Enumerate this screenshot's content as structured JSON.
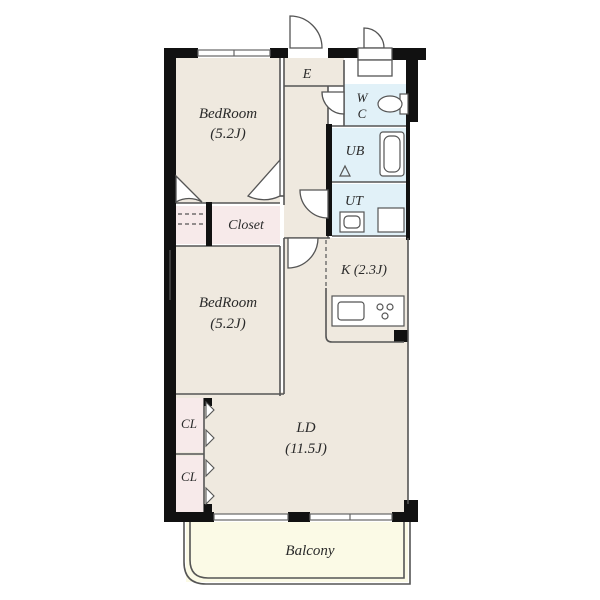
{
  "colors": {
    "room": "#efe9df",
    "wet": "#e1f1f8",
    "closet": "#f7eaea",
    "balcony": "#fbfae6",
    "wall": "#111111",
    "line": "#555555"
  },
  "rooms": {
    "bedroom_top": {
      "name": "BedRoom",
      "size": "(5.2J)"
    },
    "bedroom_mid": {
      "name": "BedRoom",
      "size": "(5.2J)"
    },
    "ld": {
      "name": "LD",
      "size": "(11.5J)"
    },
    "kitchen": {
      "label": "K (2.3J)"
    },
    "closet": {
      "label": "Closet"
    },
    "cl_top": {
      "label": "CL"
    },
    "cl_bottom": {
      "label": "CL"
    },
    "entrance": {
      "label": "E"
    },
    "wc": {
      "line1": "W",
      "line2": "C"
    },
    "ub": {
      "label": "UB"
    },
    "ut": {
      "label": "UT"
    },
    "balcony": {
      "label": "Balcony"
    }
  }
}
